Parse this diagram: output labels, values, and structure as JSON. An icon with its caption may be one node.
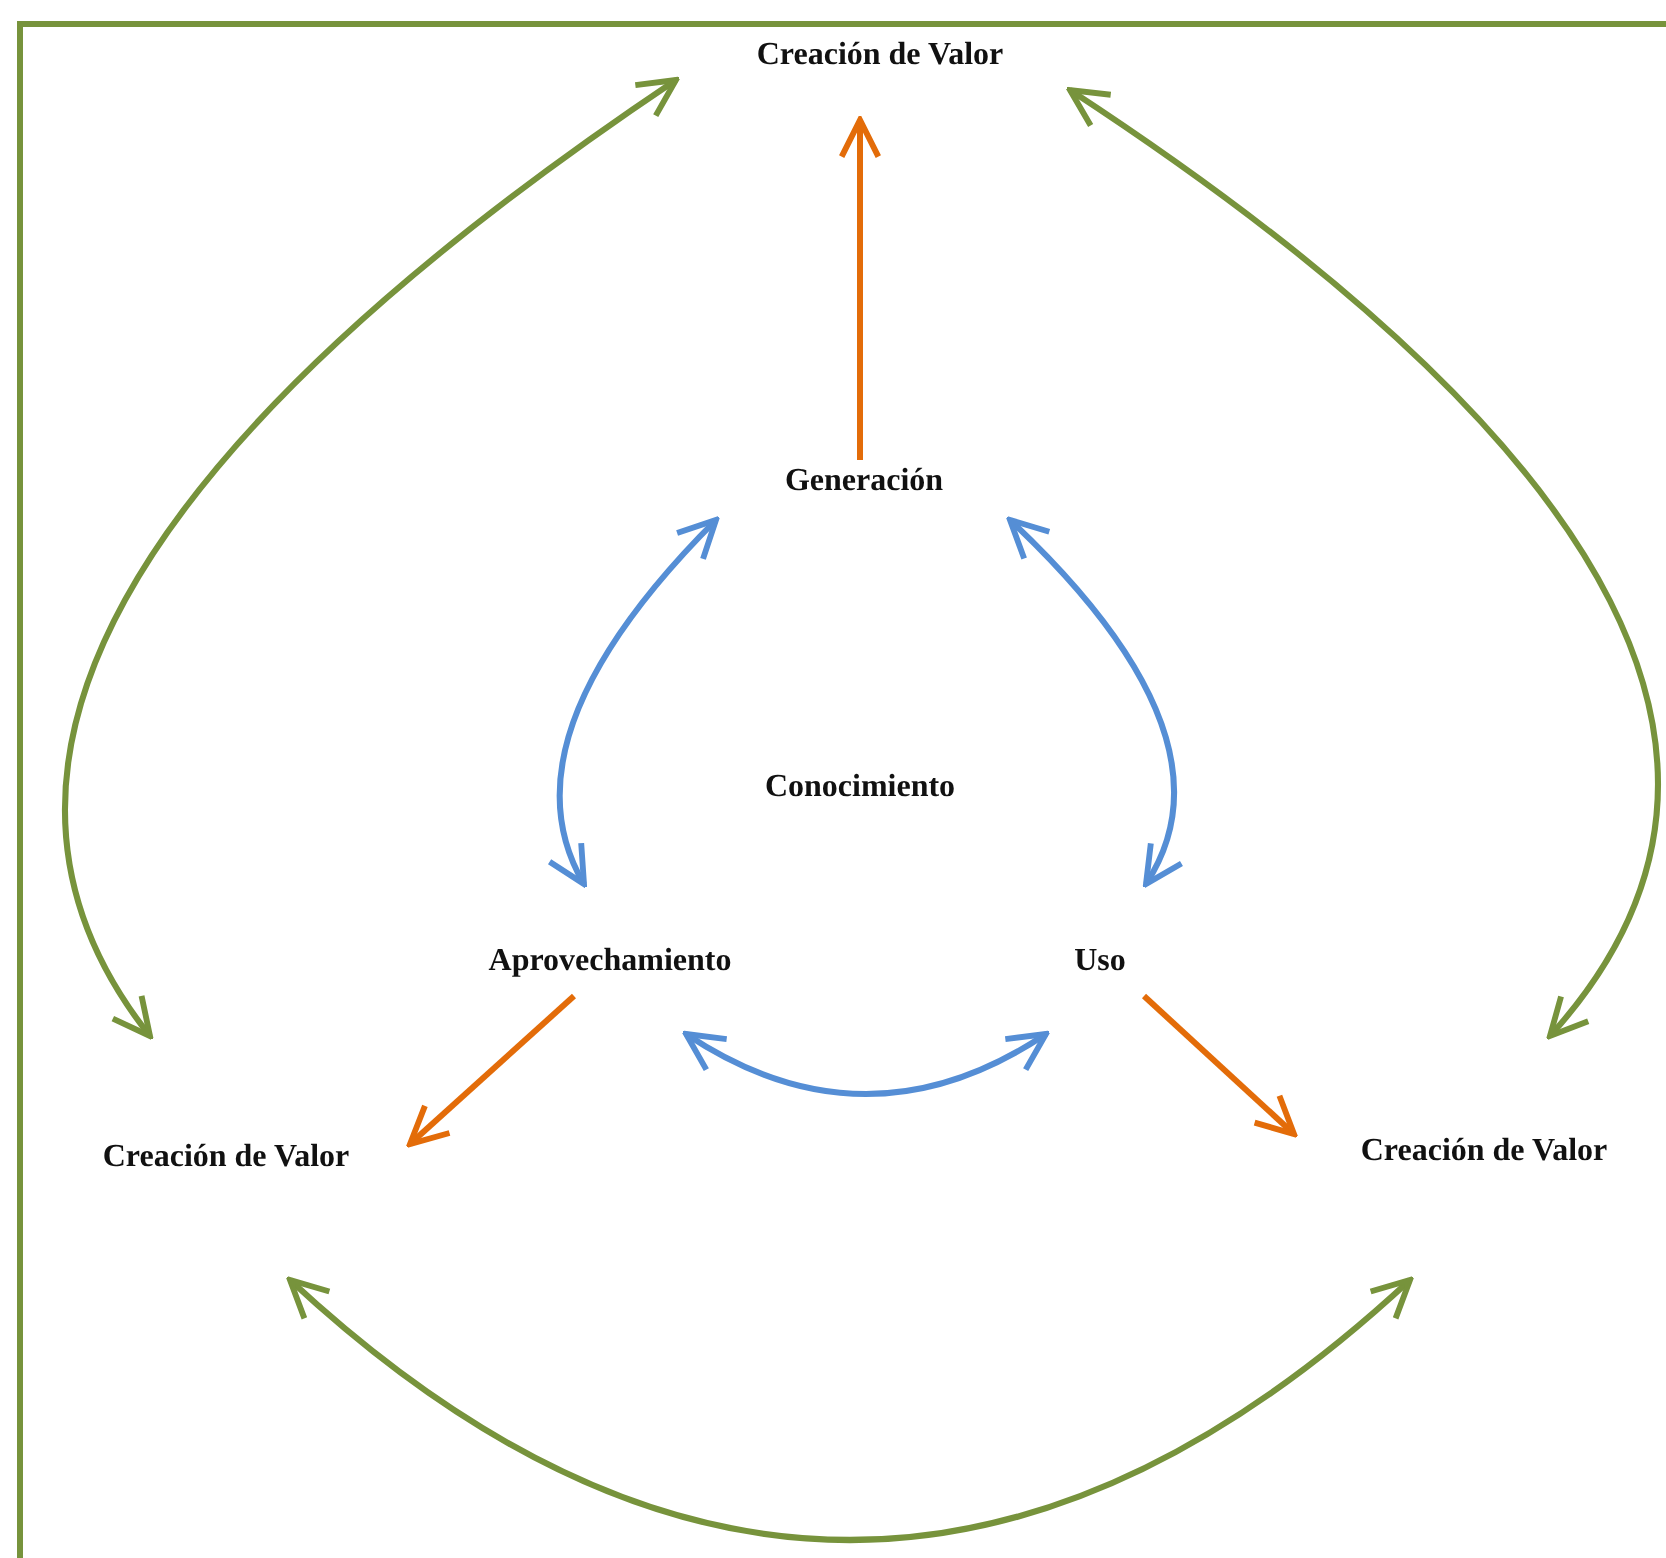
{
  "diagram": {
    "nodes": [
      {
        "text": [
          "Creación de Valor"
        ]
      },
      {
        "text": [
          "Generación"
        ]
      },
      {
        "text": [
          "Aprovechamiento"
        ]
      },
      {
        "text": [
          "Uso"
        ]
      },
      {
        "text": [
          "Creación de Valor"
        ]
      },
      {
        "text": [
          "Creación de Valor"
        ]
      }
    ],
    "edges": [
      {
        "from": 1,
        "to": 0,
        "arrow": "to",
        "color": "#e36c09"
      },
      {
        "from": 2,
        "to": 4,
        "arrow": "to",
        "color": "#e36c09"
      },
      {
        "from": 3,
        "to": 5,
        "arrow": "to",
        "color": "#e36c09"
      },
      {
        "from": 1,
        "to": 2,
        "arrow": "both",
        "color": "#558ed5"
      },
      {
        "from": 1,
        "to": 3,
        "arrow": "both",
        "color": "#558ed5"
      },
      {
        "from": 2,
        "to": 3,
        "arrow": "both",
        "color": "#558ed5"
      },
      {
        "from": 0,
        "to": 4,
        "arrow": "both",
        "color": "#77933c"
      },
      {
        "from": 0,
        "to": 5,
        "arrow": "both",
        "color": "#77933c"
      },
      {
        "from": 4,
        "to": 5,
        "arrow": "both",
        "color": "#77933c"
      }
    ],
    "labels": [
      "Conocimiento"
    ]
  }
}
